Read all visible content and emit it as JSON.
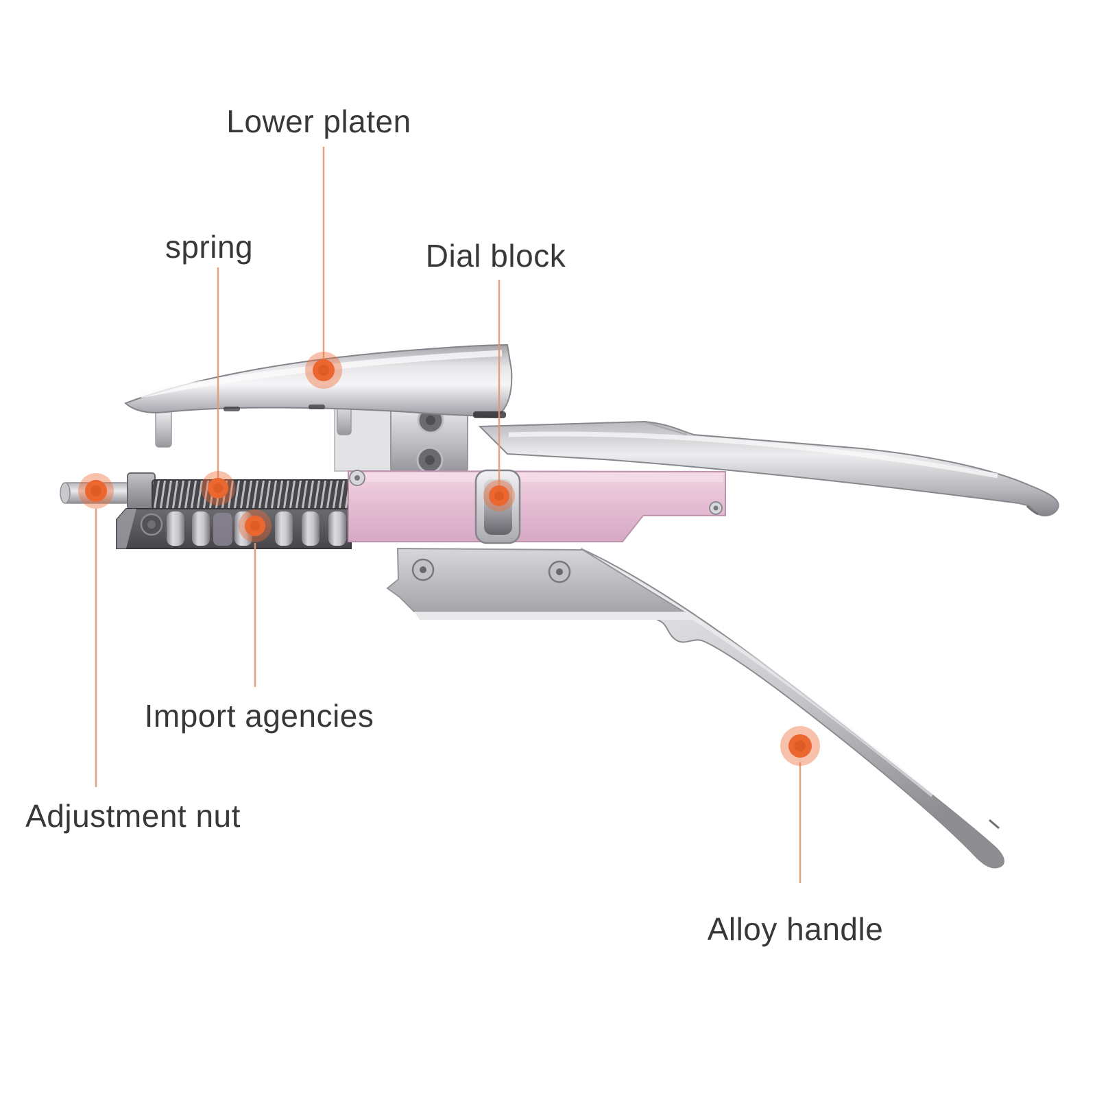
{
  "annotations": {
    "lower_platen": {
      "label": "Lower platen"
    },
    "spring": {
      "label": "spring"
    },
    "dial_block": {
      "label": "Dial block"
    },
    "import_agencies": {
      "label": "Import agencies"
    },
    "adjustment_nut": {
      "label": "Adjustment nut"
    },
    "alloy_handle": {
      "label": "Alloy handle"
    }
  },
  "accent": {
    "marker_fill": "#ec6630",
    "marker_core": "#d4531f",
    "marker_halo": "rgba(239,108,56,0.42)",
    "leader_line": "#e09a74",
    "label_color": "#38383a",
    "pink_block": "#e6bed4",
    "metal_light": "#ececee",
    "metal_dark": "#8f8f94"
  }
}
